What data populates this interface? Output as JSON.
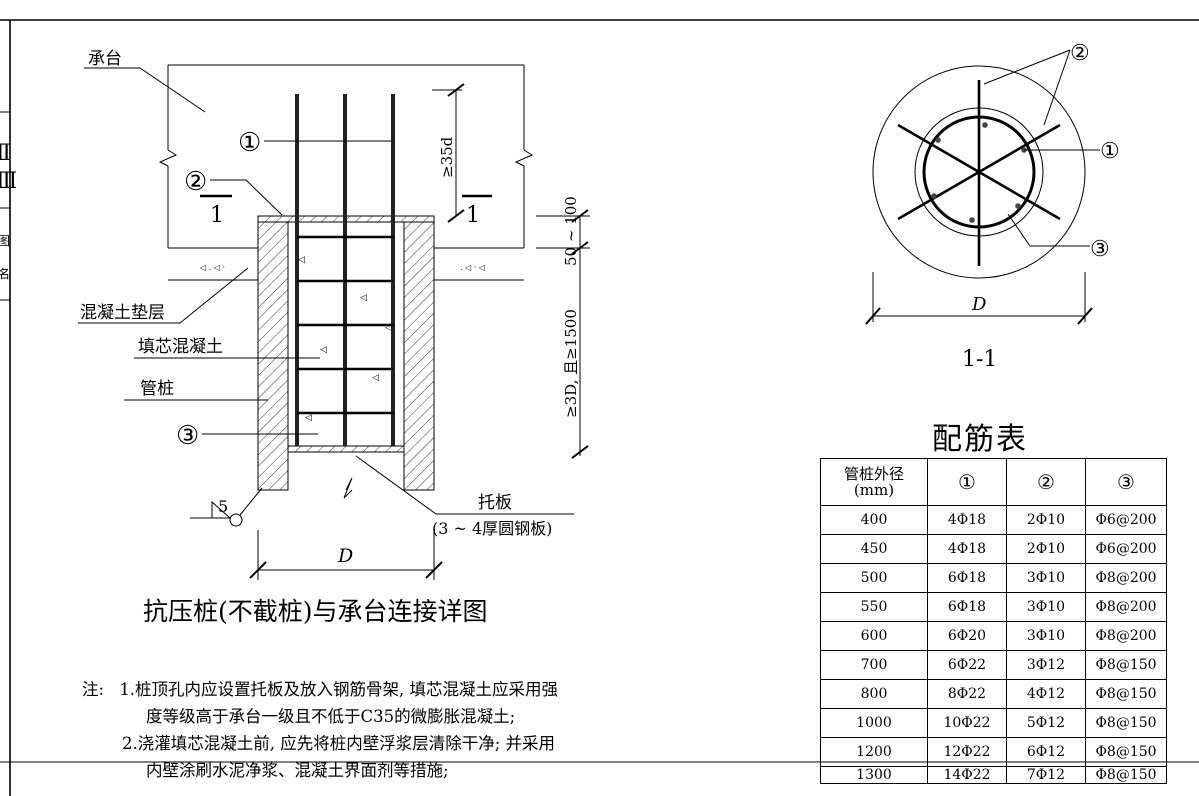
{
  "section_view": {
    "cap_label": "承台",
    "cushion_label": "混凝土垫层",
    "fill_label": "填芯混凝土",
    "pile_label": "管桩",
    "section_mark": "1",
    "anchor_dim": "≥35d",
    "cushion_dim": "50 ~ 100",
    "depth_dim": "≥3D, 且≥1500",
    "plate_label": "托板",
    "plate_note": "(3 ~ 4厚圆钢板)",
    "weld_mark": "5",
    "dia_label": "D",
    "callouts": [
      "①",
      "②",
      "③"
    ],
    "caption": "抗压桩(不截桩)与承台连接详图"
  },
  "plan_view": {
    "callouts": [
      "②",
      "①",
      "③"
    ],
    "dia_label": "D",
    "caption": "1-1"
  },
  "table": {
    "title": "配筋表",
    "headers": [
      "管桩外径\n(mm)",
      "①",
      "②",
      "③"
    ],
    "rows": [
      [
        "400",
        "4Φ18",
        "2Φ10",
        "Φ6@200"
      ],
      [
        "450",
        "4Φ18",
        "2Φ10",
        "Φ6@200"
      ],
      [
        "500",
        "6Φ18",
        "3Φ10",
        "Φ8@200"
      ],
      [
        "550",
        "6Φ18",
        "3Φ10",
        "Φ8@200"
      ],
      [
        "600",
        "6Φ20",
        "3Φ10",
        "Φ8@200"
      ],
      [
        "700",
        "6Φ22",
        "3Φ12",
        "Φ8@150"
      ],
      [
        "800",
        "8Φ22",
        "4Φ12",
        "Φ8@150"
      ],
      [
        "1000",
        "10Φ22",
        "5Φ12",
        "Φ8@150"
      ],
      [
        "1200",
        "12Φ22",
        "6Φ12",
        "Φ8@150"
      ],
      [
        "1300",
        "14Φ22",
        "7Φ12",
        "Φ8@150"
      ]
    ]
  },
  "notes": {
    "prefix": "注:",
    "items": [
      "1.桩顶孔内应设置托板及放入钢筋骨架, 填芯混凝土应采用强",
      "度等级高于承台一级且不低于C35的微膨胀混凝土;",
      "2.浇灌填芯混凝土前, 应先将桩内壁浮浆层清除干净; 并采用",
      "内壁涂刷水泥净浆、混凝土界面剂等措施;"
    ]
  },
  "frame": {
    "side_chars": [
      "Ⅱ",
      "Ⅲ",
      "图",
      "名"
    ]
  }
}
